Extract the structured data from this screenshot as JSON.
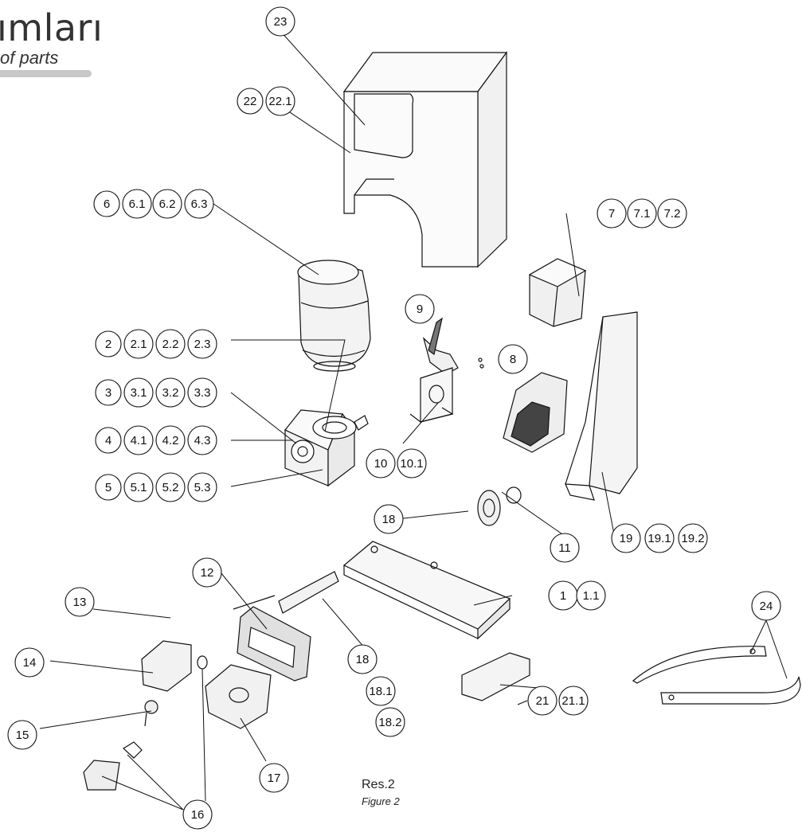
{
  "header": {
    "title": "ımları",
    "subtitle": "of parts"
  },
  "caption": {
    "line1": "Res.2",
    "line2": "Figure 2"
  },
  "callouts": [
    "23",
    "22",
    "22.1",
    "6",
    "6.1",
    "6.2",
    "6.3",
    "7",
    "7.1",
    "7.2",
    "9",
    "8",
    "2",
    "2.1",
    "2.2",
    "2.3",
    "3",
    "3.1",
    "3.2",
    "3.3",
    "4",
    "4.1",
    "4.2",
    "4.3",
    "5",
    "5.1",
    "5.2",
    "5.3",
    "10",
    "10.1",
    "18",
    "11",
    "19",
    "19.1",
    "19.2",
    "12",
    "1",
    "1.1",
    "13",
    "14",
    "18",
    "18.1",
    "18.2",
    "24",
    "15",
    "21",
    "21.1",
    "17",
    "16"
  ]
}
